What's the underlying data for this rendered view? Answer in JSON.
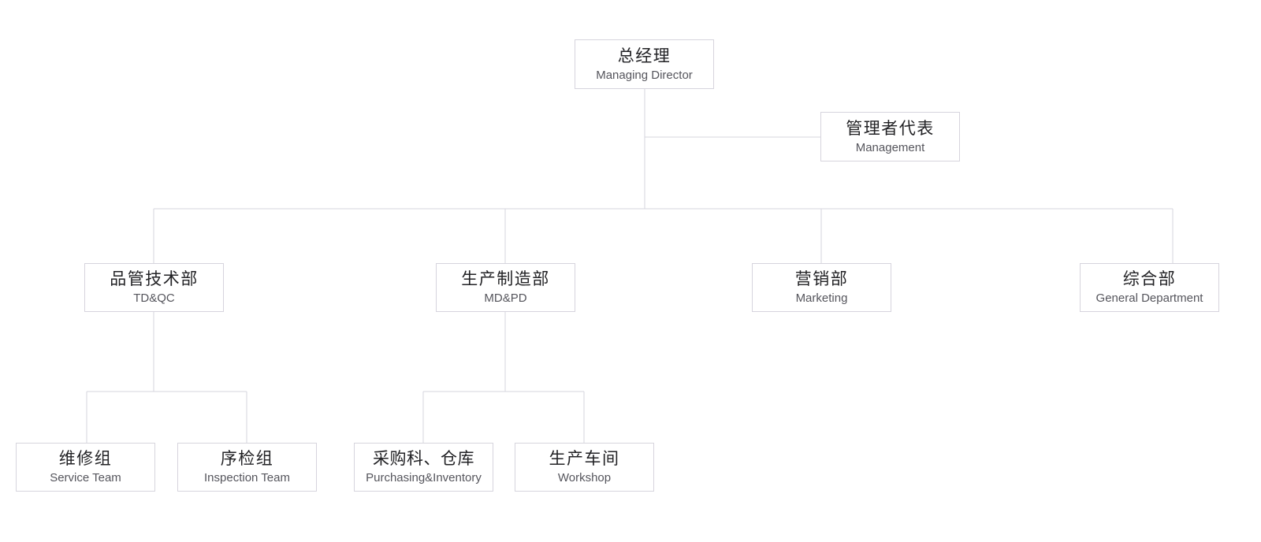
{
  "chart": {
    "type": "org-chart",
    "title": "",
    "background_color": "#ffffff",
    "box_border_color": "#d6d4dd",
    "connector_color": "#d6d4dd",
    "cn_text_color": "#222225",
    "en_text_color": "#55555c"
  },
  "nodes": {
    "managing_director": {
      "cn": "总经理",
      "en": "Managing Director",
      "level": 1
    },
    "management_rep": {
      "cn": "管理者代表",
      "en": "Management",
      "level": 1
    },
    "td_qc": {
      "cn": "品管技术部",
      "en": "TD&QC",
      "level": 2
    },
    "md_pd": {
      "cn": "生产制造部",
      "en": "MD&PD",
      "level": 2
    },
    "marketing": {
      "cn": "营销部",
      "en": "Marketing",
      "level": 2
    },
    "general_department": {
      "cn": "综合部",
      "en": "General Department",
      "level": 2
    },
    "service_team": {
      "cn": "维修组",
      "en": "Service Team",
      "level": 3
    },
    "inspection_team": {
      "cn": "序检组",
      "en": "Inspection Team",
      "level": 3
    },
    "purchasing_inventory": {
      "cn": "采购科、仓库",
      "en": "Purchasing&Inventory",
      "level": 3
    },
    "workshop": {
      "cn": "生产车间",
      "en": "Workshop",
      "level": 3
    }
  }
}
